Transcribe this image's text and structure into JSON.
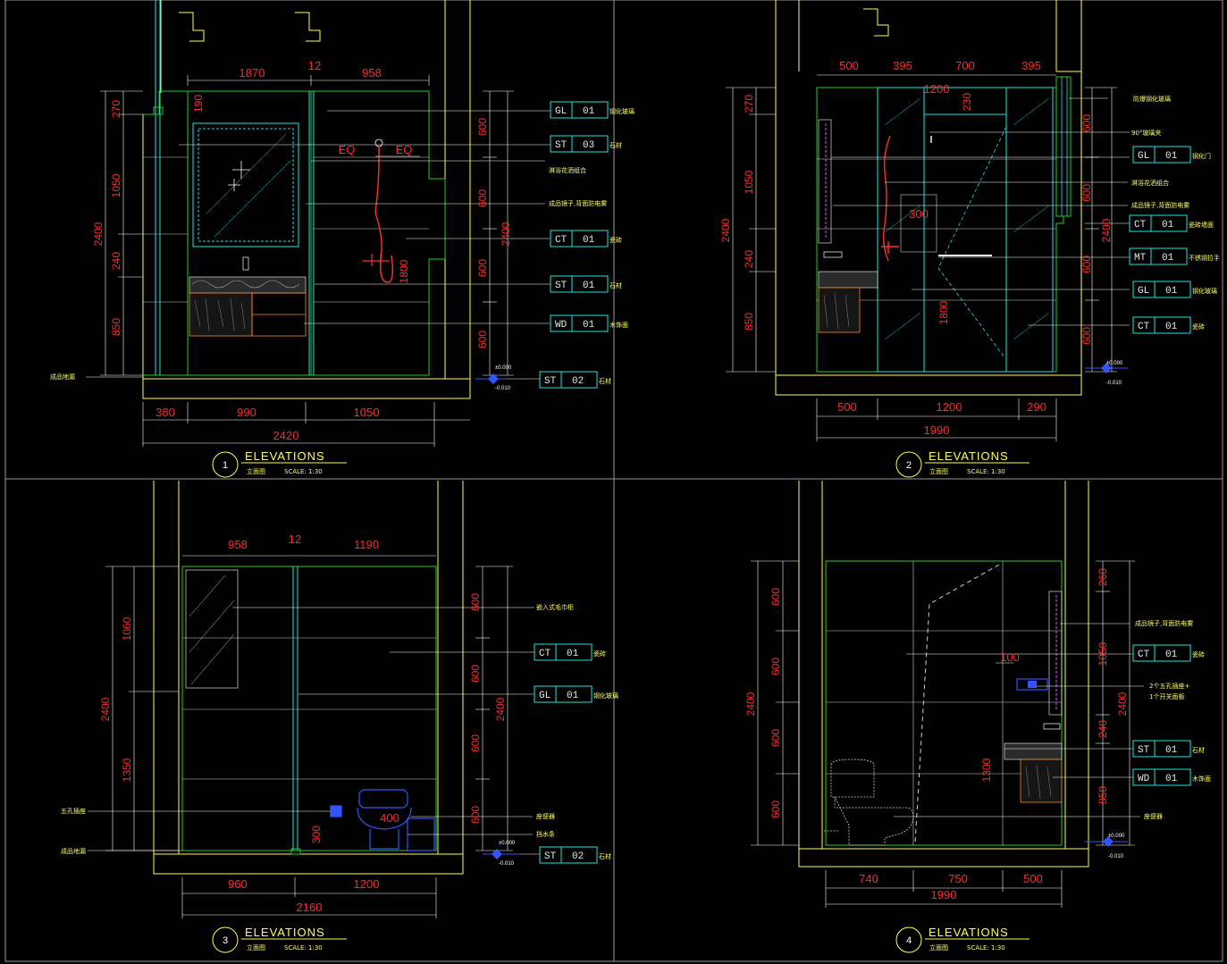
{
  "drawing": {
    "panels": [
      {
        "number": "1",
        "title": "ELEVATIONS",
        "subtitle": "立面图",
        "scale": "SCALE:   1:30",
        "top_dims": [
          "1870",
          "12",
          "958"
        ],
        "bottom_dims_row1": [
          "380",
          "990",
          "1050"
        ],
        "bottom_dims_row2": [
          "2420"
        ],
        "left_dims": [
          "270",
          "1050",
          "240",
          "850"
        ],
        "left_total": "2400",
        "right_dims": [
          "600",
          "600",
          "600",
          "600"
        ],
        "right_total": "2400",
        "inner_dims": [
          "190",
          "1800",
          "EQ",
          "EQ"
        ],
        "left_note": "成品地漏",
        "tags": [
          {
            "code": "GL",
            "num": "01",
            "note": "钢化玻璃"
          },
          {
            "code": "ST",
            "num": "03",
            "note": "石材"
          },
          {
            "code": "CT",
            "num": "01",
            "note": "瓷砖"
          },
          {
            "code": "ST",
            "num": "01",
            "note": "石材"
          },
          {
            "code": "WD",
            "num": "01",
            "note": "木饰面"
          },
          {
            "code": "ST",
            "num": "02",
            "note": "石材"
          }
        ],
        "notes": [
          "淋浴花洒组合",
          "成品镜子,背面防电雾"
        ],
        "level_top": "±0.000",
        "level_bottom": "-0.010"
      },
      {
        "number": "2",
        "title": "ELEVATIONS",
        "subtitle": "立面图",
        "scale": "SCALE:   1:30",
        "top_dims": [
          "500",
          "395",
          "700",
          "395"
        ],
        "bottom_dims_row1": [
          "500",
          "1200",
          "290"
        ],
        "bottom_dims_row2": [
          "1990"
        ],
        "left_dims": [
          "270",
          "1050",
          "240",
          "850"
        ],
        "left_total": "2400",
        "right_dims": [
          "600",
          "600",
          "600",
          "600"
        ],
        "right_total": "2400",
        "inner_dims": [
          "230",
          "1200",
          "300",
          "1800"
        ],
        "tags": [
          {
            "code": "GL",
            "num": "01",
            "note": "钢化门"
          },
          {
            "code": "CT",
            "num": "01",
            "note": "瓷砖墙面"
          },
          {
            "code": "MT",
            "num": "01",
            "note": "不锈钢拉手"
          },
          {
            "code": "GL",
            "num": "01",
            "note": "钢化玻璃"
          },
          {
            "code": "CT",
            "num": "01",
            "note": "瓷砖"
          }
        ],
        "notes": [
          "防爆钢化玻璃",
          "90°玻璃夹",
          "淋浴花洒组合",
          "成品镜子,背面防电雾"
        ],
        "level_top": "±0.000",
        "level_bottom": "-0.010"
      },
      {
        "number": "3",
        "title": "ELEVATIONS",
        "subtitle": "立面图",
        "scale": "SCALE:   1:30",
        "top_dims": [
          "958",
          "12",
          "1190"
        ],
        "bottom_dims_row1": [
          "960",
          "1200"
        ],
        "bottom_dims_row2": [
          "2160"
        ],
        "left_dims": [
          "1060",
          "1350"
        ],
        "left_total": "2400",
        "right_dims": [
          "600",
          "600",
          "600",
          "600"
        ],
        "right_total": "2400",
        "inner_dims": [
          "300",
          "400"
        ],
        "tags": [
          {
            "code": "CT",
            "num": "01",
            "note": "瓷砖"
          },
          {
            "code": "GL",
            "num": "01",
            "note": "钢化玻璃"
          },
          {
            "code": "ST",
            "num": "02",
            "note": "石材"
          }
        ],
        "notes": [
          "嵌入式毛巾柜",
          "座便器",
          "挡水条"
        ],
        "left_notes": [
          "五孔插座",
          "成品地漏"
        ],
        "level_top": "±0.000",
        "level_bottom": "-0.010"
      },
      {
        "number": "4",
        "title": "ELEVATIONS",
        "subtitle": "立面图",
        "scale": "SCALE:   1:30",
        "bottom_dims_row1": [
          "740",
          "750",
          "500"
        ],
        "bottom_dims_row2": [
          "1990"
        ],
        "left_dims": [
          "600",
          "600",
          "600",
          "600"
        ],
        "left_total": "2400",
        "right_dims": [
          "260",
          "1050",
          "240",
          "850"
        ],
        "right_total": "2400",
        "inner_dims": [
          "100",
          "1300"
        ],
        "tags": [
          {
            "code": "CT",
            "num": "01",
            "note": "瓷砖"
          },
          {
            "code": "ST",
            "num": "01",
            "note": "石材"
          },
          {
            "code": "WD",
            "num": "01",
            "note": "木饰面"
          }
        ],
        "notes": [
          "成品镜子,背面防电雾",
          "2个五孔插座+",
          "1个开关面板",
          "座便器"
        ],
        "level_top": "±0.000",
        "level_bottom": "-0.010"
      }
    ],
    "colors": {
      "background": "#000000",
      "wall": "#ffff44",
      "finish": "#22cc22",
      "glass": "#22e0e0",
      "dimension": "#ff2a2a",
      "leader": "#ffffff",
      "fixture": "#3355ff",
      "frame": "#888888"
    }
  }
}
